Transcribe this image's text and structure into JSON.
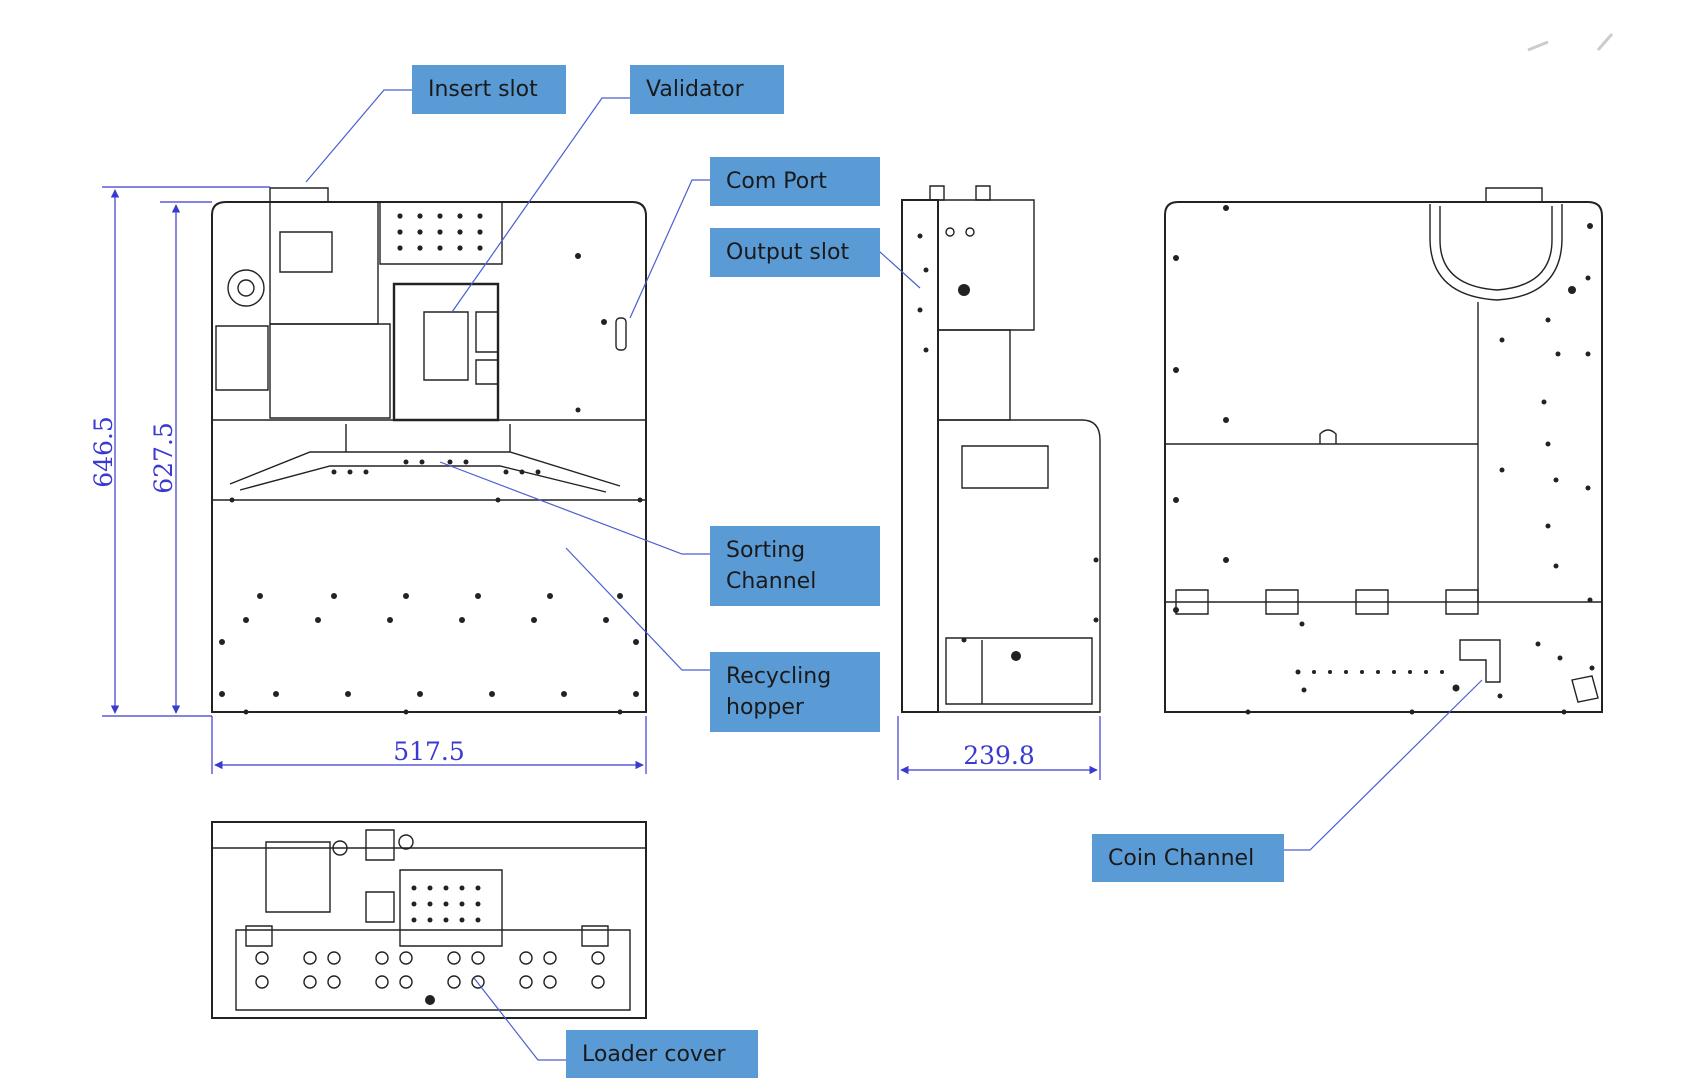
{
  "callouts": {
    "insert_slot": "Insert slot",
    "validator": "Validator",
    "com_port": "Com Port",
    "output_slot": "Output slot",
    "sorting_channel": "Sorting\nChannel",
    "recycling_hopper": "Recycling\nhopper",
    "coin_channel": "Coin Channel",
    "loader_cover": "Loader cover"
  },
  "dimensions": {
    "front_height_outer": "646.5",
    "front_height_inner": "627.5",
    "front_width": "517.5",
    "side_depth": "239.8"
  },
  "colors": {
    "callout_fill": "#5b9bd5",
    "leader_line": "#4a5fd0",
    "dimension": "#3a3ad0",
    "drawing_line": "#222222"
  }
}
